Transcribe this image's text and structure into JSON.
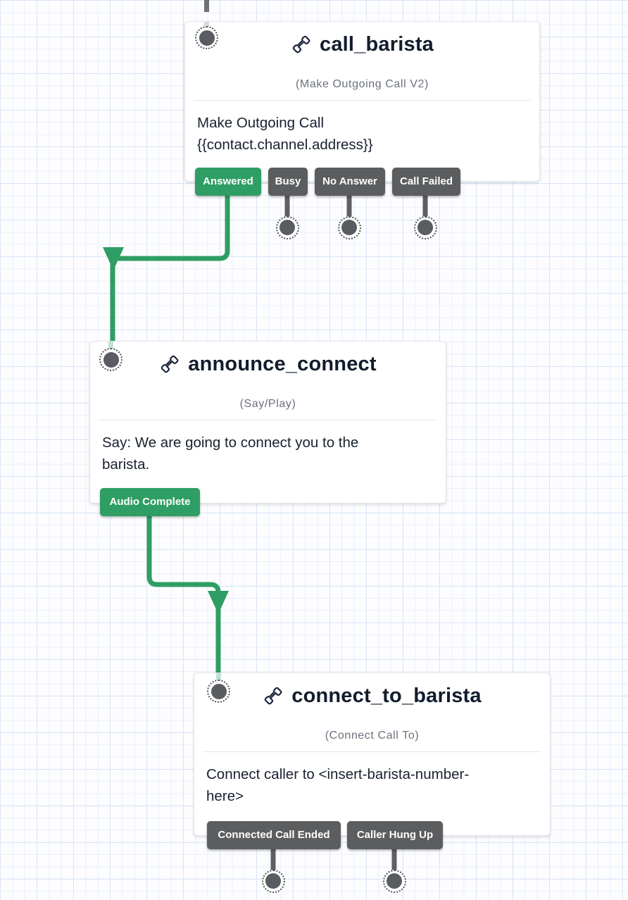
{
  "app": "studio-flow-canvas",
  "colors": {
    "transition_green": "#2f9e64",
    "transition_gray": "#5b5d5f",
    "title_navy": "#121c2d",
    "subtitle_gray": "#6c717d",
    "grid_blue": "#d9e5f6"
  },
  "cards": [
    {
      "title": "call_barista",
      "icon": "phone-handset-icon",
      "subtitle": "(Make Outgoing Call V2)",
      "body": "Make Outgoing Call\n{{contact.channel.address}}",
      "buttons": [
        {
          "label": "Answered",
          "style": "green"
        },
        {
          "label": "Busy",
          "style": "gray"
        },
        {
          "label": "No Answer",
          "style": "gray"
        },
        {
          "label": "Call Failed",
          "style": "gray"
        }
      ]
    },
    {
      "title": "announce_connect",
      "icon": "phone-handset-icon",
      "subtitle": "(Say/Play)",
      "body": "Say: We are going to connect you to the\nbarista.",
      "buttons": [
        {
          "label": "Audio Complete",
          "style": "green"
        }
      ]
    },
    {
      "title": "connect_to_barista",
      "icon": "phone-handset-icon",
      "subtitle": "(Connect Call To)",
      "body": "Connect caller to <insert-barista-number-\nhere>",
      "buttons": [
        {
          "label": "Connected Call Ended",
          "style": "gray"
        },
        {
          "label": "Caller Hung Up",
          "style": "gray"
        }
      ]
    }
  ]
}
